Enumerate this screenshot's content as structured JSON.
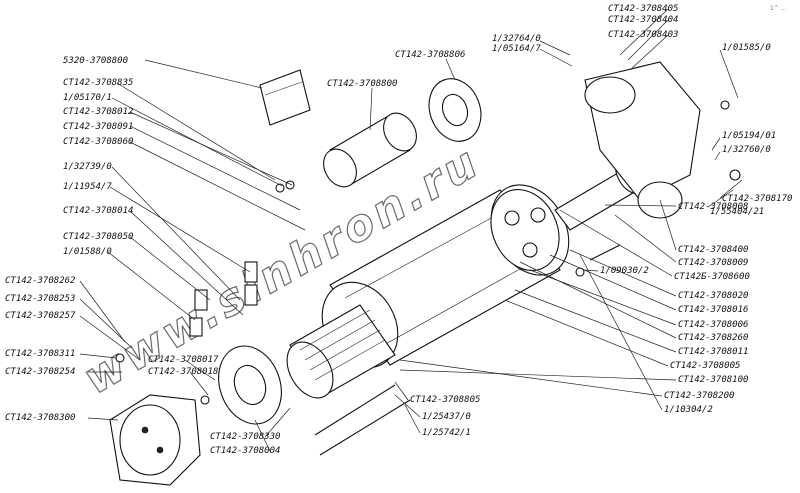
{
  "diagram": {
    "watermark": "www.sinhron.ru",
    "corner_mark": "1^ ...",
    "labels": [
      "5320-3708800",
      "CT142-3708835",
      "1/05170/1",
      "CT142-3708012",
      "CT142-3708091",
      "CT142-3708060",
      "1/32739/0",
      "1/11954/7",
      "CT142-3708014",
      "CT142-3708050",
      "1/01588/0",
      "CT142-3708262",
      "CT142-3708253",
      "CT142-3708257",
      "CT142-3708311",
      "CT142-3708254",
      "CT142-3708017",
      "CT142-3708018",
      "CT142-3708300",
      "CT142-3708330",
      "CT142-3708004",
      "CT142-3708806",
      "CT142-3708800",
      "1/32764/0",
      "1/05164/7",
      "CT142-3708405",
      "CT142-3708404",
      "CT142-3708403",
      "1/01585/0",
      "1/05194/01",
      "1/32760/0",
      "CT142-3708170",
      "1/55404/21",
      "CT142-3708008",
      "CT142-3708400",
      "CT142-3708009",
      "CT142Б-3708600",
      "1/09030/2",
      "CT142-3708020",
      "CT142-3708016",
      "CT142-3708006",
      "CT142-3708260",
      "CT142-3708011",
      "CT142-3708005",
      "CT142-3708100",
      "CT142-3708805",
      "1/25437/0",
      "1/25742/1",
      "CT142-3708200",
      "1/10304/2"
    ]
  }
}
